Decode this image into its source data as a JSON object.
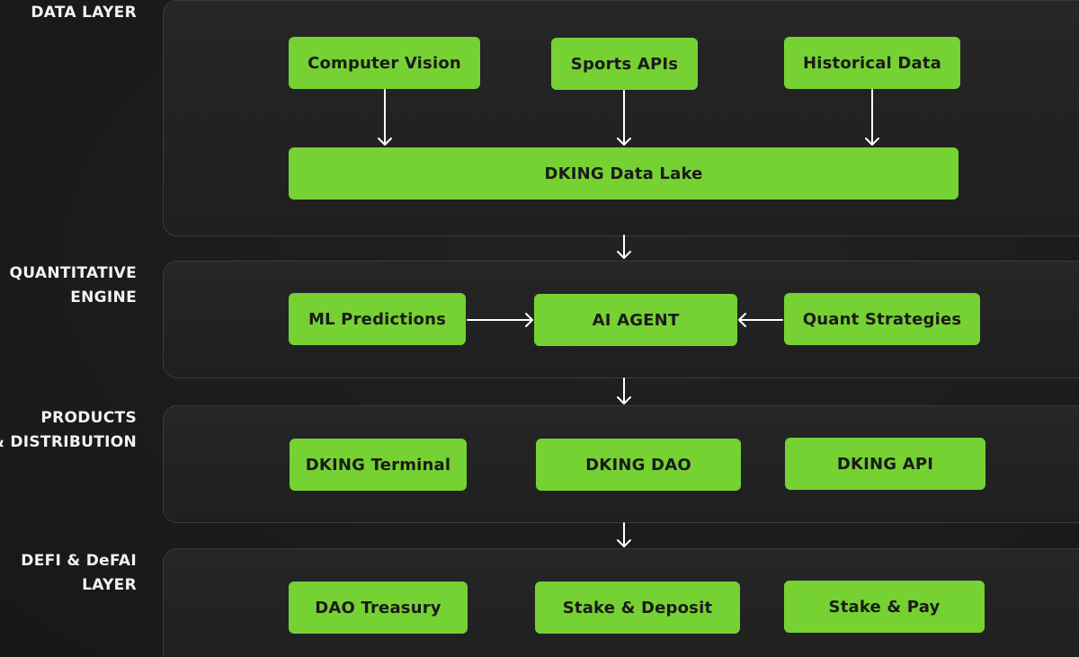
{
  "layers": [
    {
      "label_lines": [
        "DATA LAYER"
      ],
      "nodes": [
        "Computer Vision",
        "Sports APIs",
        "Historical Data",
        "DKING Data Lake"
      ]
    },
    {
      "label_lines": [
        "QUANTITATIVE",
        "ENGINE"
      ],
      "nodes": [
        "ML Predictions",
        "AI AGENT",
        "Quant Strategies"
      ]
    },
    {
      "label_lines": [
        "PRODUCTS",
        "& DISTRIBUTION"
      ],
      "nodes": [
        "DKING Terminal",
        "DKING DAO",
        "DKING API"
      ]
    },
    {
      "label_lines": [
        "DEFI & DeFAI",
        "LAYER"
      ],
      "nodes": [
        "DAO Treasury",
        "Stake & Deposit",
        "Stake & Pay"
      ]
    }
  ],
  "colors": {
    "node_fill": "#76d132",
    "node_text": "#1a1a1a",
    "background": "#1c1c1c",
    "panel_border": "#3a3a3a",
    "label_text": "#f2f2f2",
    "arrow": "#ffffff"
  }
}
